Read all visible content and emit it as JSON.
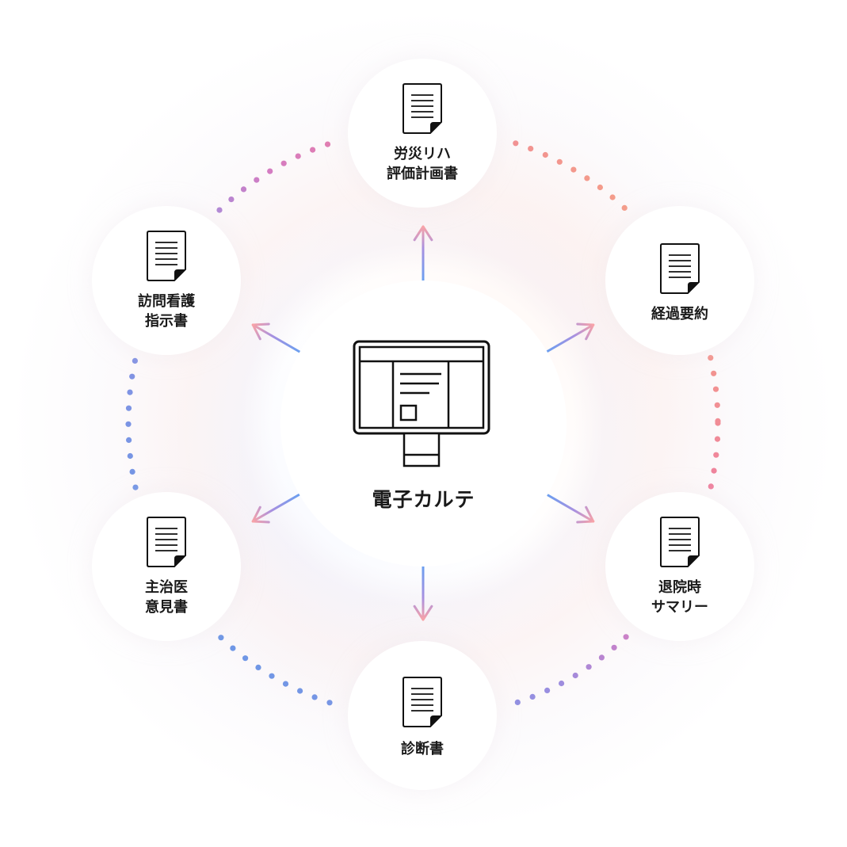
{
  "center": {
    "label": "電子カルテ",
    "icon": "monitor-icon"
  },
  "nodes": [
    {
      "id": "rosai",
      "lines": [
        "労災リハ",
        "評価計画書"
      ],
      "icon": "document-icon"
    },
    {
      "id": "keika",
      "lines": [
        "経過要約"
      ],
      "icon": "document-icon"
    },
    {
      "id": "taiin",
      "lines": [
        "退院時",
        "サマリー"
      ],
      "icon": "document-icon"
    },
    {
      "id": "shindan",
      "lines": [
        "診断書"
      ],
      "icon": "document-icon"
    },
    {
      "id": "shujii",
      "lines": [
        "主治医",
        "意見書"
      ],
      "icon": "document-icon"
    },
    {
      "id": "houmon",
      "lines": [
        "訪問看護",
        "指示書"
      ],
      "icon": "document-icon"
    }
  ],
  "colors": {
    "blue": "#5b9be8",
    "purple": "#b87fd0",
    "pink": "#ec7aa6",
    "orange": "#f8b072",
    "text": "#1a1a1a",
    "icon_stroke": "#111111"
  }
}
